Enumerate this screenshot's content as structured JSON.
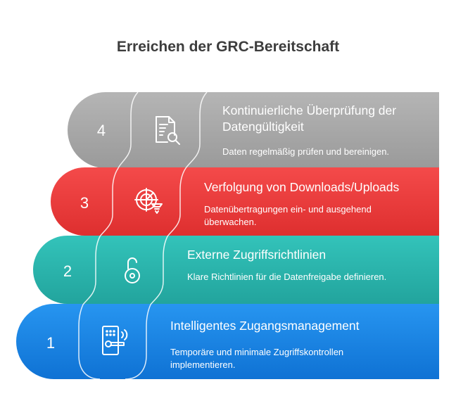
{
  "title": "Erreichen der GRC-Bereitschaft",
  "steps": [
    {
      "number": "1",
      "heading": "Intelligentes Zugangsmanagement",
      "description": "Temporäre und minimale Zugriffskontrollen implementieren.",
      "icon": "smart-lock-icon",
      "color": "#1a86e8"
    },
    {
      "number": "2",
      "heading": "Externe Zugriffsrichtlinien",
      "description": "Klare Richtlinien für die Datenfreigabe definieren.",
      "icon": "padlock-icon",
      "color": "#2cb8b0"
    },
    {
      "number": "3",
      "heading": "Verfolgung von Downloads/Uploads",
      "description": "Datenübertragungen ein- und ausgehend überwachen.",
      "icon": "radar-tracking-icon",
      "color": "#ef3e3e"
    },
    {
      "number": "4",
      "heading": "Kontinuierliche Überprüfung der Datengültigkeit",
      "description": "Daten regelmäßig prüfen und bereinigen.",
      "icon": "document-search-icon",
      "color": "#a8a8a8"
    }
  ]
}
